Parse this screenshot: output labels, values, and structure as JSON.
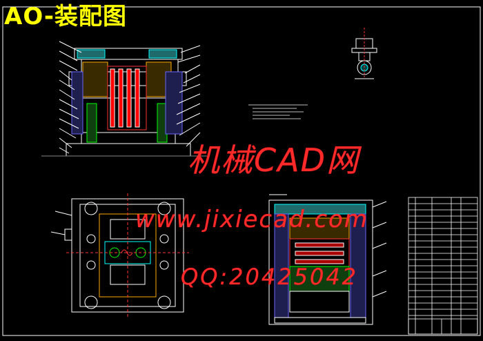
{
  "drawing": {
    "title": "AO-装配图",
    "background": "#000000",
    "frame_color": "#ffffff",
    "title_color": "#ffff00",
    "watermark_color": "#ff2a2a"
  },
  "watermarks": {
    "site_name": "机械CAD网",
    "url": "www.jixiecad.com",
    "qq": "QQ:20425042"
  },
  "views": [
    {
      "name": "front-section-view"
    },
    {
      "name": "top-plan-view"
    },
    {
      "name": "side-section-view"
    },
    {
      "name": "part-detail-view"
    },
    {
      "name": "bill-of-materials"
    },
    {
      "name": "technical-notes"
    }
  ]
}
